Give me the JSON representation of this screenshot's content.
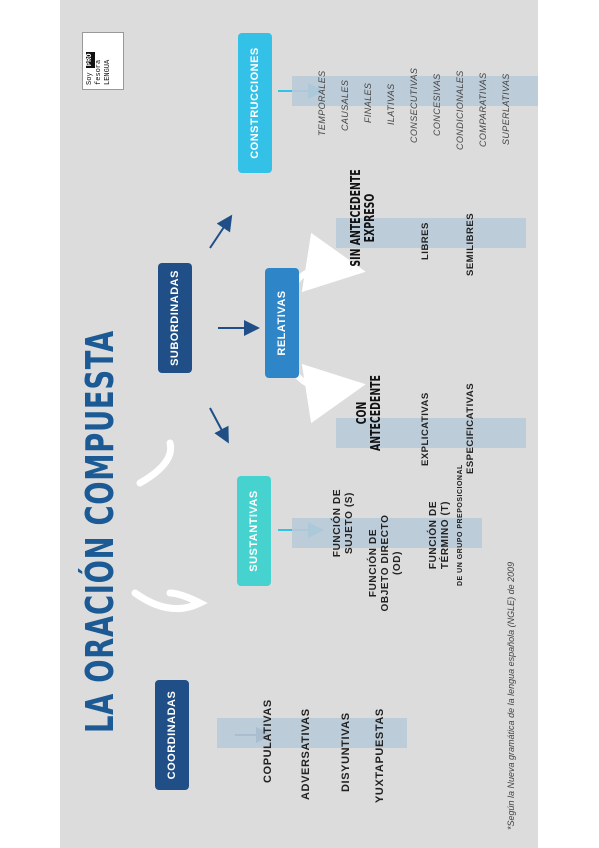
{
  "title": "LA ORACIÓN COMPUESTA",
  "logo": {
    "line1": "Soy",
    "pro": "PRO",
    "line2": "fesora",
    "line3": "LENGUA"
  },
  "coordinadas": {
    "box": "COORDINADAS",
    "items": [
      "COPULATIVAS",
      "ADVERSATIVAS",
      "DISYUNTIVAS",
      "YUXTAPUESTAS"
    ]
  },
  "subordinadas": {
    "box": "SUBORDINADAS"
  },
  "sustantivas": {
    "box": "SUSTANTIVAS",
    "items": [
      "FUNCIÓN DE SUJETO (S)",
      "FUNCIÓN DE OBJETO DIRECTO (OD)",
      "FUNCIÓN DE TÉRMINO (T)"
    ],
    "note": "DE UN GRUPO PREPOSICIONAL"
  },
  "relativas": {
    "box": "RELATIVAS",
    "con_antecedente": {
      "heading": "CON ANTECEDENTE",
      "items": [
        "EXPLICATIVAS",
        "ESPECIFICATIVAS"
      ]
    },
    "sin_antecedente": {
      "heading": "SIN ANTECEDENTE EXPRESO",
      "items": [
        "LIBRES",
        "SEMILIBRES"
      ]
    }
  },
  "construcciones": {
    "box": "CONSTRUCCIONES",
    "items": [
      "TEMPORALES",
      "CAUSALES",
      "FINALES",
      "ILATIVAS",
      "CONSECUTIVAS",
      "CONCESIVAS",
      "CONDICIONALES",
      "COMPARATIVAS",
      "SUPERLATIVAS"
    ]
  },
  "footnote": "*Según la Nueva gramática de la lengua española (NGLE) de 2009",
  "colors": {
    "dark": "#1f4f86",
    "mid": "#2e86c8",
    "cyan": "#34c1e8",
    "teal": "#46d3cf",
    "title": "#1b5a94"
  }
}
